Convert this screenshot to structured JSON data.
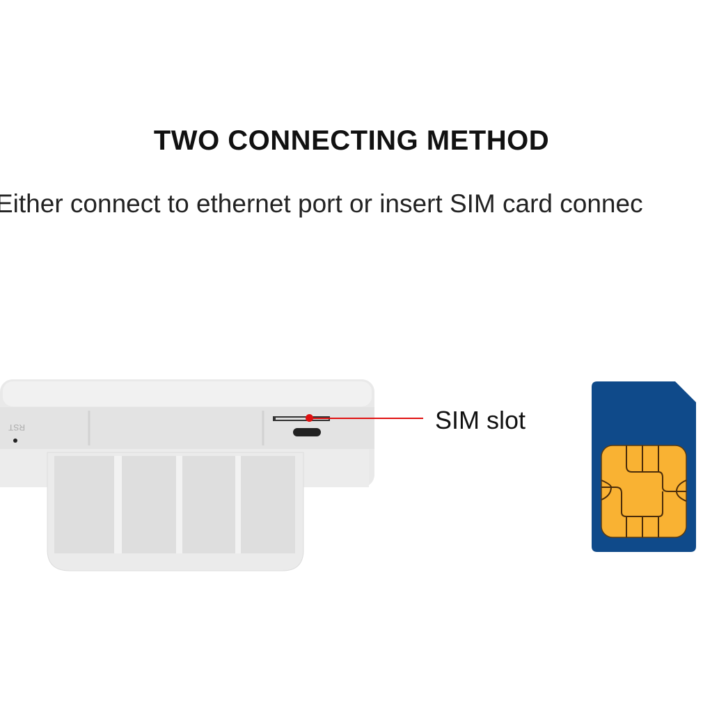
{
  "title": "TWO CONNECTING METHOD",
  "subtitle": "Either connect to ethernet port or insert SIM card connec",
  "callout": {
    "label": "SIM slot",
    "color": "#e01010"
  },
  "device": {
    "rst_label": "RST"
  },
  "sim_card": {
    "body_color": "#0f4a8a",
    "chip_color": "#f9b233"
  }
}
